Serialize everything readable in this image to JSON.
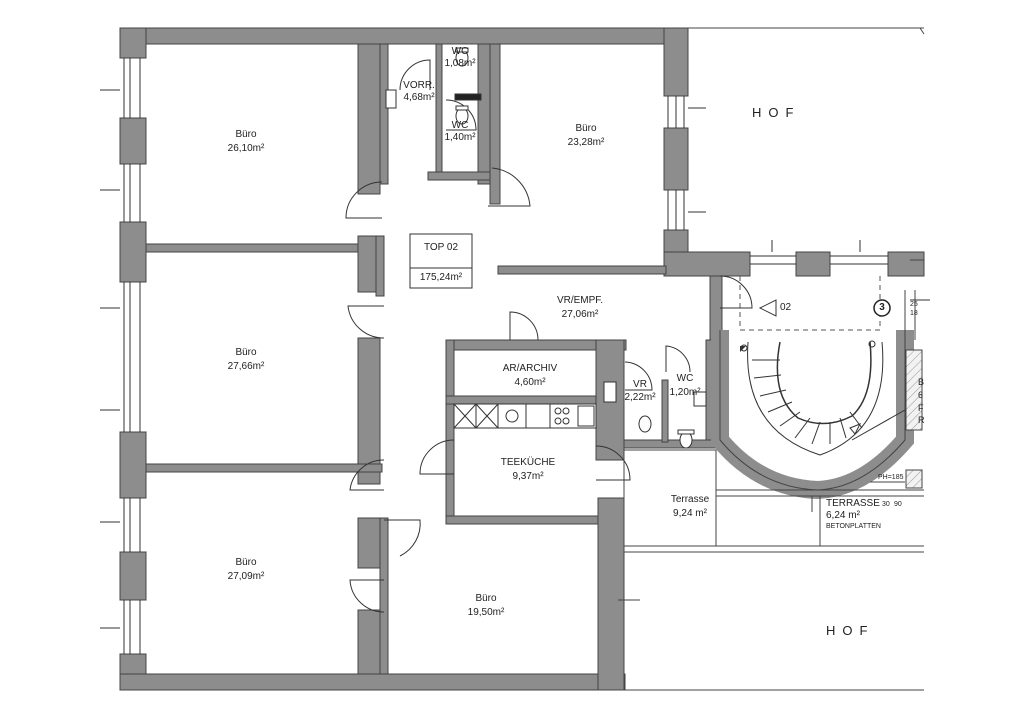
{
  "rooms": {
    "buero_1": {
      "name": "Büro",
      "area": "26,10m²"
    },
    "buero_2": {
      "name": "Büro",
      "area": "23,28m²"
    },
    "buero_3": {
      "name": "Büro",
      "area": "27,66m²"
    },
    "buero_4": {
      "name": "Büro",
      "area": "27,09m²"
    },
    "buero_5": {
      "name": "Büro",
      "area": "19,50m²"
    },
    "wc_1": {
      "name": "WC",
      "area": "1,08m²"
    },
    "wc_2": {
      "name": "WC",
      "area": "1,40m²"
    },
    "wc_3": {
      "name": "WC",
      "area": "1,20m²"
    },
    "vorr": {
      "name": "VORR.",
      "area": "4,68m²"
    },
    "vr_small": {
      "name": "VR",
      "area": "2,22m²"
    },
    "vr_empf": {
      "name": "VR/EMPF.",
      "area": "27,06m²"
    },
    "archiv": {
      "name": "AR/ARCHIV",
      "area": "4,60m²"
    },
    "teekueche": {
      "name": "TEEKÜCHE",
      "area": "9,37m²"
    },
    "terrasse_1": {
      "name": "Terrasse",
      "area": "9,24 m²"
    },
    "terrasse_2": {
      "name": "TERRASSE",
      "area": "6,24 m²",
      "note": "BETONPLATTEN"
    }
  },
  "unit": {
    "name": "TOP 02",
    "area": "175,24m²"
  },
  "courtyard": {
    "top": "HOF",
    "bottom": "HOF"
  },
  "stair": {
    "number": "3",
    "label": "02"
  },
  "dims": {
    "a": "25",
    "b": "18",
    "c": "30",
    "d": "90",
    "ph": "PH=185"
  },
  "side_letters": {
    "l1": "B",
    "l2": "6",
    "l3": "F",
    "l4": "R"
  }
}
